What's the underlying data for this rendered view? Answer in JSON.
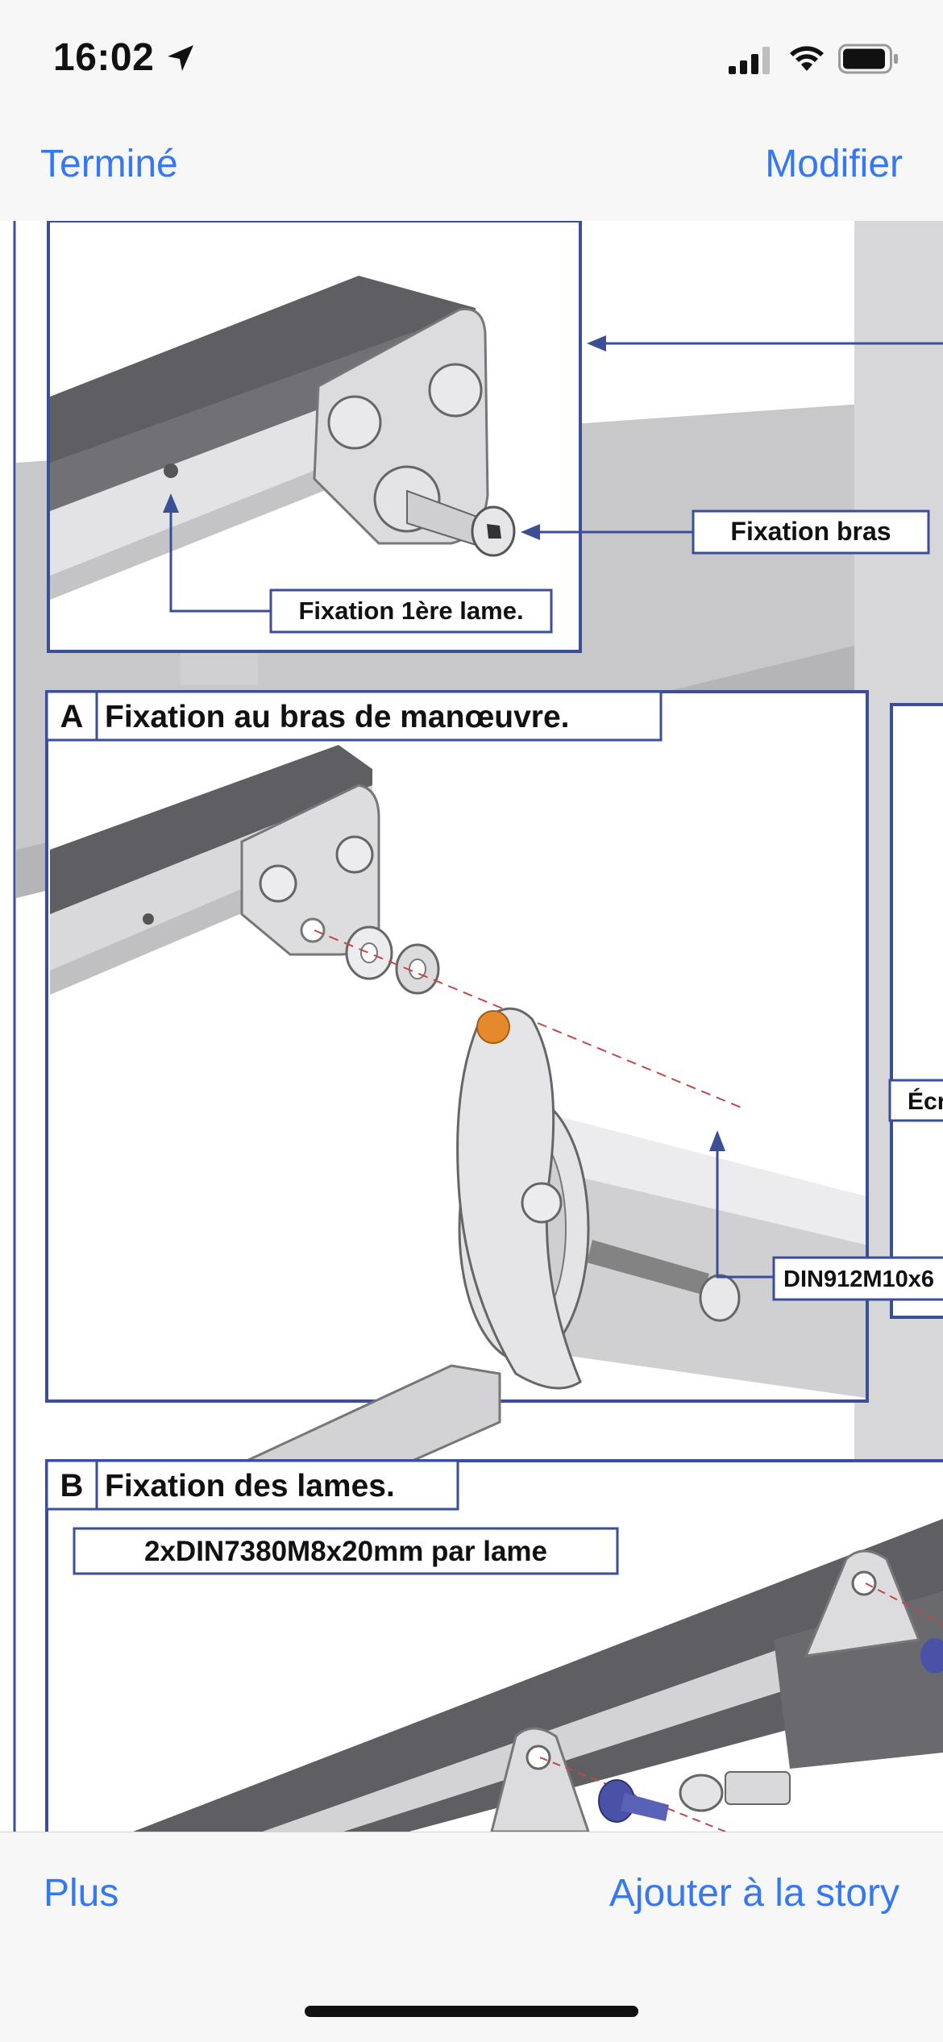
{
  "status_bar": {
    "time": "16:02",
    "icons": [
      "location-arrow-icon",
      "cellular-signal-icon",
      "wifi-icon",
      "battery-icon"
    ]
  },
  "nav": {
    "done_label": "Terminé",
    "edit_label": "Modifier"
  },
  "diagram": {
    "callouts": {
      "fixation_bras": "Fixation bras",
      "fixation_lame": "Fixation 1ère lame.",
      "ecrou": "Écr",
      "din912": "DIN912M10x6"
    },
    "section_a": {
      "letter": "A",
      "title": "Fixation au bras de manœuvre."
    },
    "section_b": {
      "letter": "B",
      "title": "Fixation des lames.",
      "note": "2xDIN7380M8x20mm par lame"
    }
  },
  "toolbar": {
    "more_label": "Plus",
    "add_story_label": "Ajouter à la story"
  },
  "colors": {
    "accent": "#3478f6",
    "frame_blue": "#3a4f96",
    "rail_dark": "#6f6f72",
    "rail_light": "#c9c9cb",
    "background_gray": "#c8c8ca"
  }
}
